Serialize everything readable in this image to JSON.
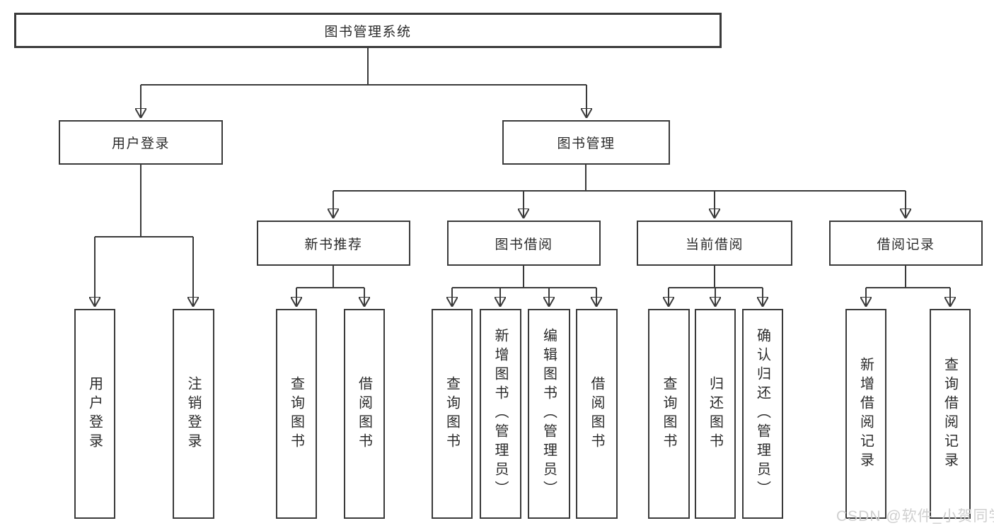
{
  "diagram": {
    "root": {
      "label": "图书管理系统"
    },
    "user_login": {
      "label": "用户登录",
      "children": [
        "用户登录",
        "注销登录"
      ]
    },
    "book_mgmt": {
      "label": "图书管理",
      "sections": [
        {
          "label": "新书推荐",
          "children": [
            "查询图书",
            "借阅图书"
          ]
        },
        {
          "label": "图书借阅",
          "children": [
            "查询图书",
            "新增图书（管理员）",
            "编辑图书（管理员）",
            "借阅图书"
          ]
        },
        {
          "label": "当前借阅",
          "children": [
            "查询图书",
            "归还图书",
            "确认归还（管理员）"
          ]
        },
        {
          "label": "借阅记录",
          "children": [
            "新增借阅记录",
            "查询借阅记录"
          ]
        }
      ]
    }
  },
  "watermark": {
    "text": "CSDN @软件_小贺同学"
  },
  "colors": {
    "line": "#3a3a3a",
    "text": "#2b2b2b",
    "background": "#ffffff",
    "watermark": "#cfcfcf"
  }
}
